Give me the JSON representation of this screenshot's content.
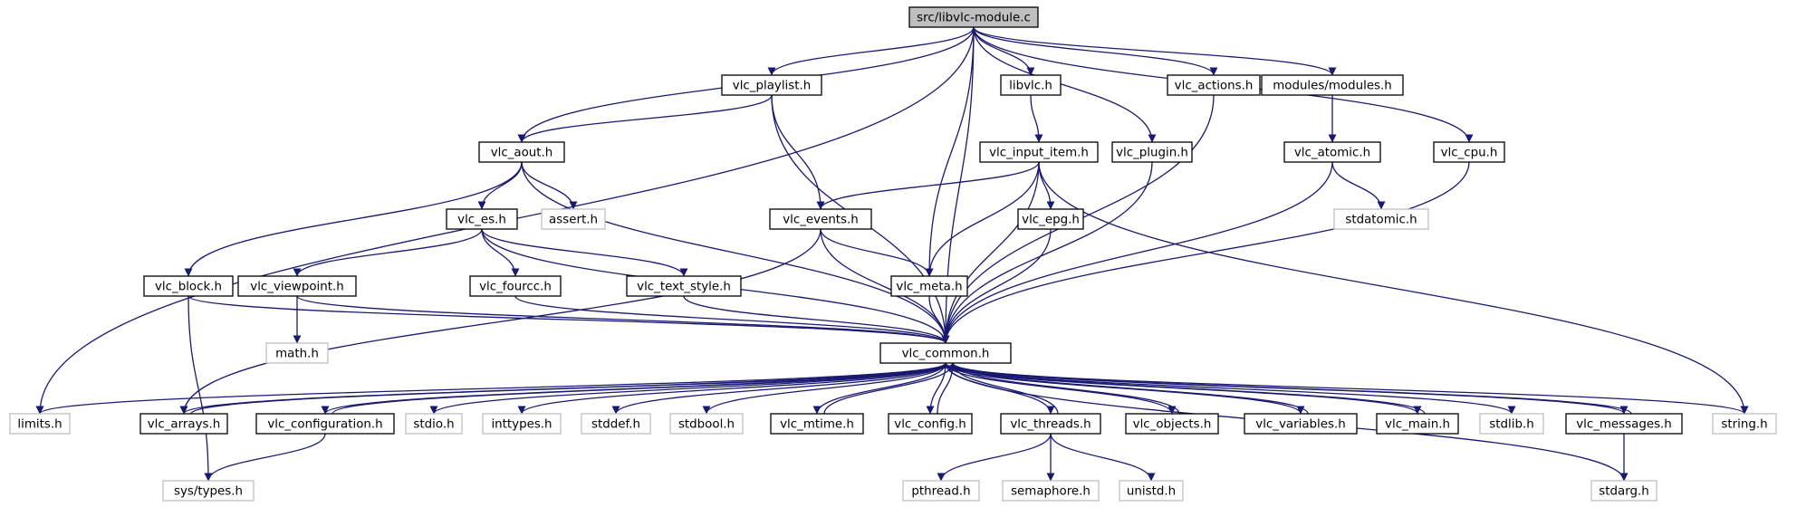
{
  "graph": {
    "edge_color": "#191970",
    "root_fill": "#bfbfbf",
    "external_border": "#bfbfbf",
    "nodes": [
      {
        "id": "root",
        "label": "src/libvlc-module.c",
        "kind": "root"
      },
      {
        "id": "limits",
        "label": "limits.h",
        "kind": "ext"
      },
      {
        "id": "aout",
        "label": "vlc_aout.h",
        "kind": "doc"
      },
      {
        "id": "playlist",
        "label": "vlc_playlist.h",
        "kind": "doc"
      },
      {
        "id": "libvlc",
        "label": "libvlc.h",
        "kind": "doc"
      },
      {
        "id": "plugin",
        "label": "vlc_plugin.h",
        "kind": "doc"
      },
      {
        "id": "actions",
        "label": "vlc_actions.h",
        "kind": "doc"
      },
      {
        "id": "modules",
        "label": "modules/modules.h",
        "kind": "doc"
      },
      {
        "id": "cpu",
        "label": "vlc_cpu.h",
        "kind": "doc"
      },
      {
        "id": "input_item",
        "label": "vlc_input_item.h",
        "kind": "doc"
      },
      {
        "id": "atomic",
        "label": "vlc_atomic.h",
        "kind": "doc"
      },
      {
        "id": "es",
        "label": "vlc_es.h",
        "kind": "doc"
      },
      {
        "id": "assert",
        "label": "assert.h",
        "kind": "ext"
      },
      {
        "id": "events",
        "label": "vlc_events.h",
        "kind": "doc"
      },
      {
        "id": "epg",
        "label": "vlc_epg.h",
        "kind": "doc"
      },
      {
        "id": "stdatomic",
        "label": "stdatomic.h",
        "kind": "ext"
      },
      {
        "id": "block",
        "label": "vlc_block.h",
        "kind": "doc"
      },
      {
        "id": "viewpoint",
        "label": "vlc_viewpoint.h",
        "kind": "doc"
      },
      {
        "id": "fourcc",
        "label": "vlc_fourcc.h",
        "kind": "doc"
      },
      {
        "id": "text_style",
        "label": "vlc_text_style.h",
        "kind": "doc"
      },
      {
        "id": "meta",
        "label": "vlc_meta.h",
        "kind": "doc"
      },
      {
        "id": "math",
        "label": "math.h",
        "kind": "ext"
      },
      {
        "id": "common",
        "label": "vlc_common.h",
        "kind": "doc"
      },
      {
        "id": "arrays",
        "label": "vlc_arrays.h",
        "kind": "doc"
      },
      {
        "id": "configuration",
        "label": "vlc_configuration.h",
        "kind": "doc"
      },
      {
        "id": "stdio",
        "label": "stdio.h",
        "kind": "ext"
      },
      {
        "id": "inttypes",
        "label": "inttypes.h",
        "kind": "ext"
      },
      {
        "id": "stddef",
        "label": "stddef.h",
        "kind": "ext"
      },
      {
        "id": "stdbool",
        "label": "stdbool.h",
        "kind": "ext"
      },
      {
        "id": "mtime",
        "label": "vlc_mtime.h",
        "kind": "doc"
      },
      {
        "id": "config",
        "label": "vlc_config.h",
        "kind": "doc"
      },
      {
        "id": "threads",
        "label": "vlc_threads.h",
        "kind": "doc"
      },
      {
        "id": "objects",
        "label": "vlc_objects.h",
        "kind": "doc"
      },
      {
        "id": "variables",
        "label": "vlc_variables.h",
        "kind": "doc"
      },
      {
        "id": "main",
        "label": "vlc_main.h",
        "kind": "doc"
      },
      {
        "id": "stdlib",
        "label": "stdlib.h",
        "kind": "ext"
      },
      {
        "id": "messages",
        "label": "vlc_messages.h",
        "kind": "doc"
      },
      {
        "id": "string",
        "label": "string.h",
        "kind": "ext"
      },
      {
        "id": "systypes",
        "label": "sys/types.h",
        "kind": "ext"
      },
      {
        "id": "pthread",
        "label": "pthread.h",
        "kind": "ext"
      },
      {
        "id": "semaphore",
        "label": "semaphore.h",
        "kind": "ext"
      },
      {
        "id": "unistd",
        "label": "unistd.h",
        "kind": "ext"
      },
      {
        "id": "stdarg",
        "label": "stdarg.h",
        "kind": "ext"
      }
    ],
    "edges": [
      [
        "root",
        "limits"
      ],
      [
        "root",
        "aout"
      ],
      [
        "root",
        "playlist"
      ],
      [
        "root",
        "libvlc"
      ],
      [
        "root",
        "meta"
      ],
      [
        "root",
        "common"
      ],
      [
        "root",
        "plugin"
      ],
      [
        "root",
        "actions"
      ],
      [
        "root",
        "modules"
      ],
      [
        "root",
        "cpu"
      ],
      [
        "playlist",
        "aout"
      ],
      [
        "playlist",
        "common"
      ],
      [
        "playlist",
        "events"
      ],
      [
        "aout",
        "common"
      ],
      [
        "aout",
        "es"
      ],
      [
        "aout",
        "assert"
      ],
      [
        "aout",
        "block"
      ],
      [
        "es",
        "common"
      ],
      [
        "es",
        "fourcc"
      ],
      [
        "es",
        "viewpoint"
      ],
      [
        "es",
        "text_style"
      ],
      [
        "libvlc",
        "input_item"
      ],
      [
        "input_item",
        "events"
      ],
      [
        "input_item",
        "meta"
      ],
      [
        "input_item",
        "epg"
      ],
      [
        "input_item",
        "common"
      ],
      [
        "input_item",
        "string"
      ],
      [
        "events",
        "common"
      ],
      [
        "events",
        "meta"
      ],
      [
        "events",
        "arrays"
      ],
      [
        "epg",
        "common"
      ],
      [
        "meta",
        "common"
      ],
      [
        "plugin",
        "common"
      ],
      [
        "actions",
        "common"
      ],
      [
        "modules",
        "atomic"
      ],
      [
        "atomic",
        "common"
      ],
      [
        "atomic",
        "stdatomic"
      ],
      [
        "cpu",
        "common"
      ],
      [
        "block",
        "common"
      ],
      [
        "block",
        "systypes"
      ],
      [
        "viewpoint",
        "common"
      ],
      [
        "viewpoint",
        "math"
      ],
      [
        "fourcc",
        "common"
      ],
      [
        "text_style",
        "common"
      ],
      [
        "common",
        "limits"
      ],
      [
        "common",
        "arrays"
      ],
      [
        "common",
        "configuration"
      ],
      [
        "common",
        "stdio"
      ],
      [
        "common",
        "inttypes"
      ],
      [
        "common",
        "stddef"
      ],
      [
        "common",
        "stdbool"
      ],
      [
        "common",
        "mtime"
      ],
      [
        "common",
        "config"
      ],
      [
        "common",
        "threads"
      ],
      [
        "common",
        "objects"
      ],
      [
        "common",
        "variables"
      ],
      [
        "common",
        "main"
      ],
      [
        "common",
        "stdlib"
      ],
      [
        "common",
        "messages"
      ],
      [
        "common",
        "stdarg"
      ],
      [
        "common",
        "string"
      ],
      [
        "arrays",
        "common"
      ],
      [
        "configuration",
        "common"
      ],
      [
        "mtime",
        "common"
      ],
      [
        "config",
        "common"
      ],
      [
        "threads",
        "common"
      ],
      [
        "objects",
        "common"
      ],
      [
        "variables",
        "common"
      ],
      [
        "main",
        "common"
      ],
      [
        "messages",
        "common"
      ],
      [
        "configuration",
        "systypes"
      ],
      [
        "threads",
        "pthread"
      ],
      [
        "threads",
        "semaphore"
      ],
      [
        "threads",
        "unistd"
      ],
      [
        "messages",
        "stdarg"
      ]
    ]
  }
}
